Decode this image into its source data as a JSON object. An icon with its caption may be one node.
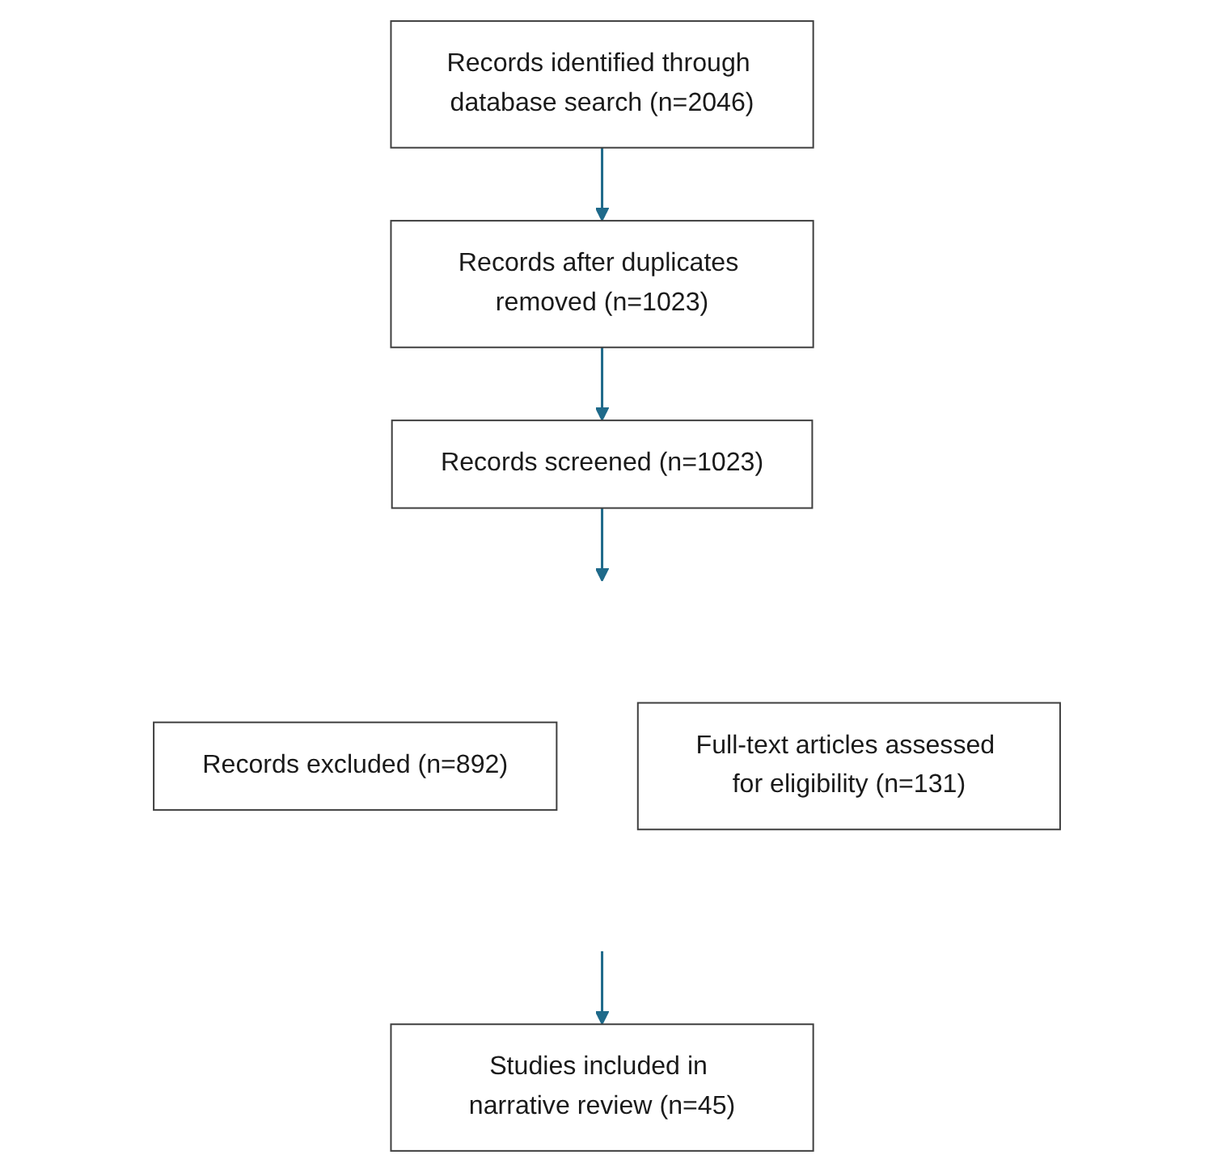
{
  "diagram": {
    "nodes": [
      {
        "text": [
          "Records identified through database search (n=2046)"
        ]
      },
      {
        "text": [
          "Records after duplicates removed (n=1023)"
        ]
      },
      {
        "text": [
          "Records screened (n=1023)"
        ]
      },
      {
        "text": [
          "Records excluded (n=892)"
        ]
      },
      {
        "text": [
          "Full-text articles assessed for eligibility (n=131)"
        ]
      },
      {
        "text": [
          "Studies included in narrative review (n=45)"
        ]
      }
    ],
    "edges": [
      {
        "from": 0,
        "to": 1,
        "arrow": "to"
      },
      {
        "from": 1,
        "to": 2,
        "arrow": "to"
      },
      {
        "from": 2,
        "to": null,
        "arrow": "to"
      },
      {
        "from": null,
        "to": 5,
        "arrow": "to"
      }
    ]
  }
}
